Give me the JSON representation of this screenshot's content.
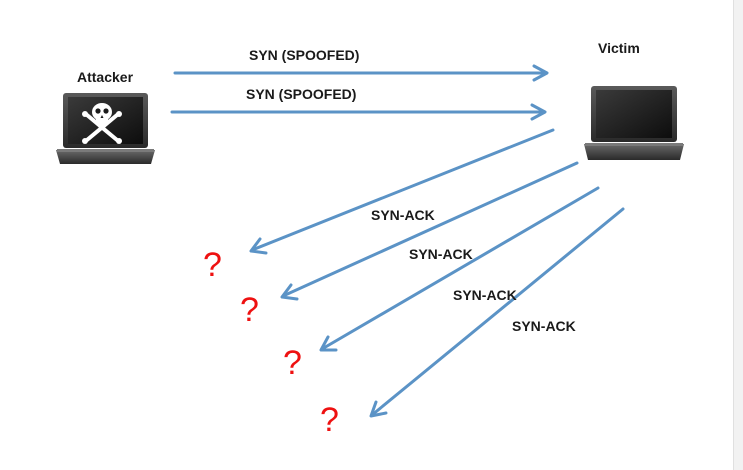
{
  "labels": {
    "attacker": "Attacker",
    "victim": "Victim",
    "syn_1": "SYN (SPOOFED)",
    "syn_2": "SYN (SPOOFED)",
    "synack_1": "SYN-ACK",
    "synack_2": "SYN-ACK",
    "synack_3": "SYN-ACK",
    "synack_4": "SYN-ACK",
    "unknown_1": "?",
    "unknown_2": "?",
    "unknown_3": "?",
    "unknown_4": "?"
  },
  "icons": {
    "attacker": "laptop-skull-icon",
    "victim": "laptop-icon"
  },
  "colors": {
    "arrow": "#5b93c6",
    "question_mark": "#ee1111",
    "laptop_body": "#2b2b2b"
  }
}
